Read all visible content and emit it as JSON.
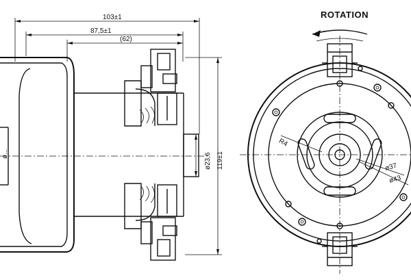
{
  "title": "ROTATION",
  "side_view": {
    "dim_overall": "103±1",
    "dim_body": "87,5±1",
    "dim_ref": "(62)",
    "dim_hub": "ø23,6",
    "dim_height": "119±1",
    "dim_left_partial": "ø..."
  },
  "front_view": {
    "radius_label": "R4",
    "dia_inner": "ø37",
    "dia_outer": "ø43"
  }
}
